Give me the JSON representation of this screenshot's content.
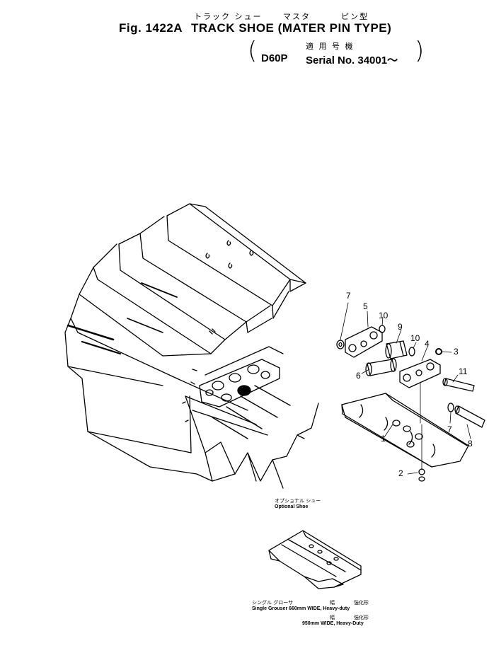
{
  "header": {
    "jp_title_1": "トラック シュー",
    "jp_title_2": "マスタ",
    "jp_title_3": "ピン型",
    "figure": "Fig. 1422A",
    "title": "TRACK SHOE (MATER PIN TYPE)",
    "jp_applicable": "適 用 号 機",
    "model": "D60P",
    "serial": "Serial No. 34001～"
  },
  "callouts": [
    "1",
    "2",
    "3",
    "4",
    "5",
    "6",
    "7",
    "7",
    "8",
    "9",
    "10",
    "10",
    "11"
  ],
  "optional": {
    "jp_label": "オプショナル シュー",
    "label": "Optional Shoe",
    "jp_row1": "シングル グローサ",
    "jp_width1": "幅",
    "jp_strong1": "強化形",
    "row1": "Single Grouser  660mm  WIDE,  Heavy-duty",
    "jp_width2": "幅",
    "jp_strong2": "強化形",
    "row2": "950mm  WIDE,  Heavy-Duty"
  }
}
